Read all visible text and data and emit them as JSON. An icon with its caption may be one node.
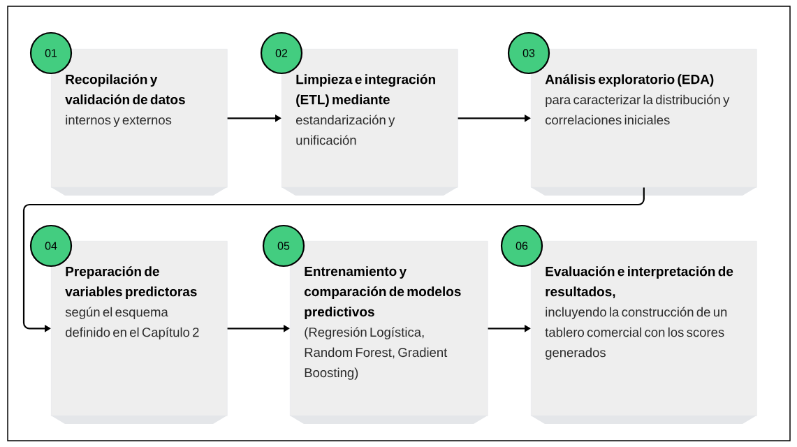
{
  "diagram": {
    "nodes": [
      {
        "text": [
          "01"
        ]
      },
      {
        "text": [
          "Recopilación y validación de datos",
          "internos y externos"
        ]
      },
      {
        "text": [
          "02"
        ]
      },
      {
        "text": [
          "Limpieza e integración (ETL) mediante",
          "estandarización y unificación"
        ]
      },
      {
        "text": [
          "03"
        ]
      },
      {
        "text": [
          "Análisis exploratorio (EDA)",
          "para caracterizar la distribución y correlaciones iniciales"
        ]
      },
      {
        "text": [
          "04"
        ]
      },
      {
        "text": [
          "Preparación de variables predictoras",
          "según el esquema definido en el Capítulo 2"
        ]
      },
      {
        "text": [
          "05"
        ]
      },
      {
        "text": [
          "Entrenamiento y comparación de modelos predictivos",
          "(Regresión Logística, Random Forest, Gradient Boosting)"
        ]
      },
      {
        "text": [
          "06"
        ]
      },
      {
        "text": [
          "Evaluación e interpretación de resultados,",
          "incluyendo la construcción de un tablero comercial con los scores generados"
        ]
      }
    ],
    "edges": [
      {
        "from": 1,
        "to": 3,
        "arrow": "to"
      },
      {
        "from": 3,
        "to": 5,
        "arrow": "to"
      },
      {
        "from": 5,
        "to": 7,
        "arrow": "to"
      },
      {
        "from": 7,
        "to": 9,
        "arrow": "to"
      },
      {
        "from": 9,
        "to": 11,
        "arrow": "to"
      }
    ]
  }
}
